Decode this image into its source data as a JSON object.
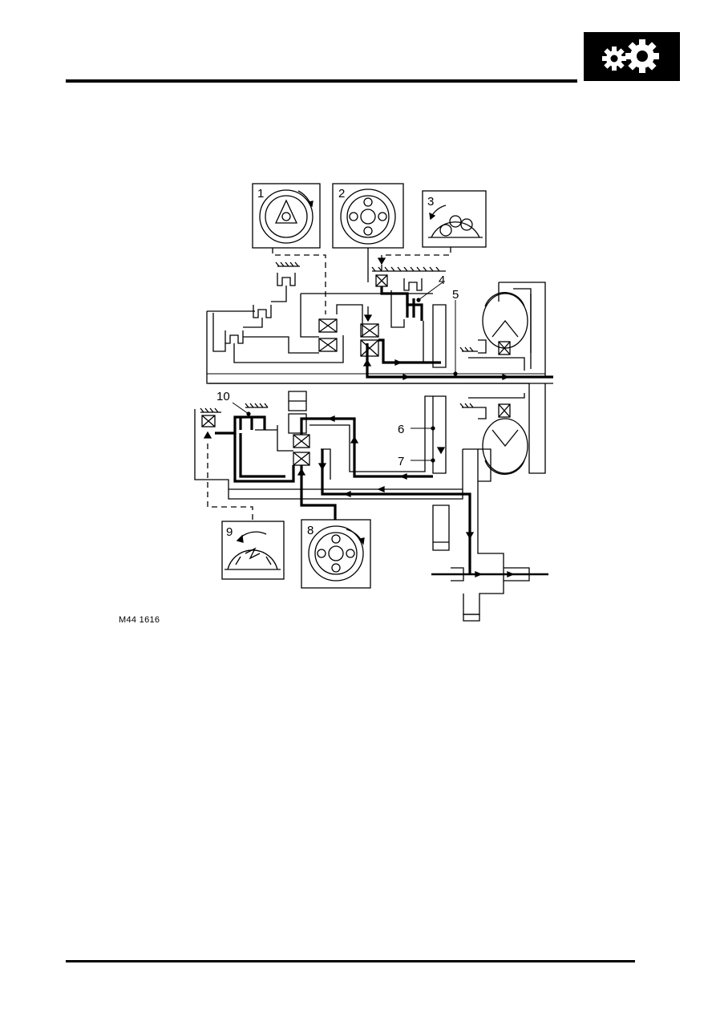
{
  "header": {
    "icon": "gears-icon"
  },
  "diagram": {
    "callouts": [
      "1",
      "2",
      "3",
      "4",
      "5",
      "6",
      "7",
      "8",
      "9",
      "10"
    ],
    "figure_ref": "M44 1616"
  }
}
